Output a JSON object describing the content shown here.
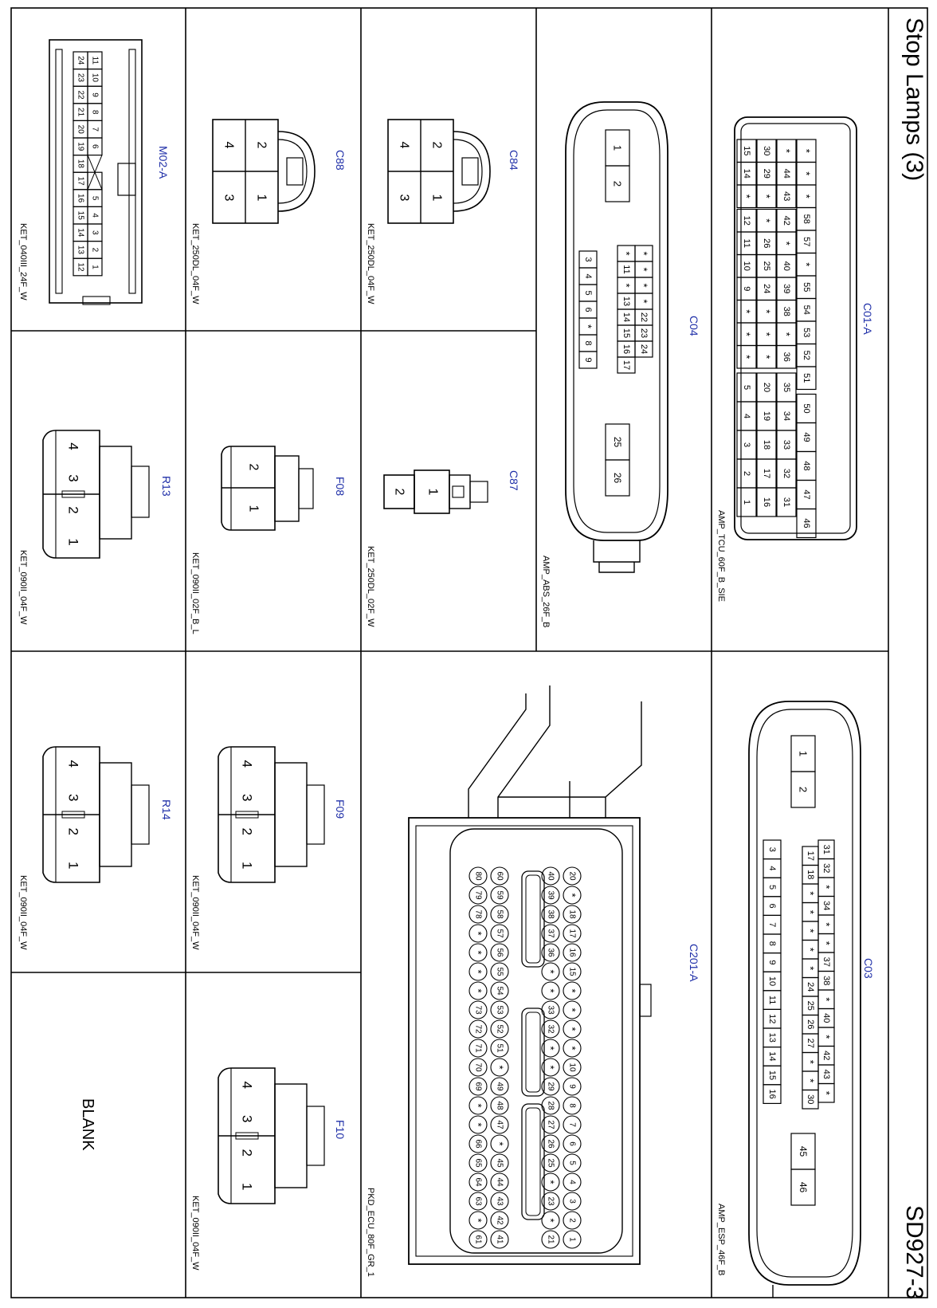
{
  "sheet": {
    "title": "Stop Lamps (3)",
    "page_id": "SD927-3",
    "blank_label": "BLANK"
  },
  "colors": {
    "line": "#000000",
    "label": "#1f2fa8",
    "background": "#ffffff"
  },
  "connectors": {
    "c01a": {
      "name": "C01-A",
      "part": "AMP_TCU_60F_B_SIE",
      "rows": [
        [
          "*",
          "*",
          "*",
          "58",
          "57",
          "*",
          "55",
          "54",
          "53",
          "52",
          "51",
          "50",
          "49",
          "48",
          "47",
          "46"
        ],
        [
          "*",
          "44",
          "43",
          "42",
          "*",
          "40",
          "39",
          "38",
          "*",
          "36",
          "35",
          "34",
          "33",
          "32",
          "31"
        ],
        [
          "30",
          "29",
          "*",
          "*",
          "26",
          "25",
          "24",
          "*",
          "*",
          "*",
          "20",
          "19",
          "18",
          "17",
          "16"
        ],
        [
          "15",
          "14",
          "*",
          "12",
          "11",
          "10",
          "9",
          "*",
          "*",
          "*",
          "5",
          "4",
          "3",
          "2",
          "1"
        ]
      ]
    },
    "c03": {
      "name": "C03",
      "part": "AMP_ESP_46F_B",
      "top": [
        "1",
        "2"
      ],
      "bottom": [
        "45",
        "46"
      ],
      "row_a": [
        "31",
        "32",
        "*",
        "34",
        "*",
        "*",
        "37",
        "38",
        "*",
        "40",
        "*",
        "42",
        "43",
        "*"
      ],
      "row_b": [
        "17",
        "18",
        "*",
        "*",
        "*",
        "*",
        "*",
        "24",
        "25",
        "26",
        "27",
        "*",
        "*",
        "30"
      ],
      "row_c": [
        "3",
        "4",
        "5",
        "6",
        "7",
        "8",
        "9",
        "10",
        "11",
        "12",
        "13",
        "14",
        "15",
        "16"
      ]
    },
    "c04": {
      "name": "C04",
      "part": "AMP_ABS_26F_B",
      "top": [
        "1",
        "2"
      ],
      "bottom": [
        "25",
        "26"
      ],
      "row_a": [
        "*",
        "*",
        "*",
        "*",
        "22",
        "23",
        "24"
      ],
      "row_b": [
        "*",
        "11",
        "*",
        "13",
        "14",
        "15",
        "16",
        "17"
      ],
      "row_c": [
        "3",
        "4",
        "5",
        "6",
        "*",
        "8",
        "9"
      ]
    },
    "c84": {
      "name": "C84",
      "part": "KET_250DL_04F_W",
      "pins": [
        "1",
        "2",
        "3",
        "4"
      ]
    },
    "c88": {
      "name": "C88",
      "part": "KET_250DL_04F_W",
      "pins": [
        "1",
        "2",
        "3",
        "4"
      ]
    },
    "m02a": {
      "name": "M02-A",
      "part": "KET_040III_24F_W",
      "row_top": [
        "1",
        "2",
        "3",
        "4",
        "5",
        "",
        "6",
        "7",
        "8",
        "9",
        "10",
        "11"
      ],
      "row_bottom": [
        "12",
        "13",
        "14",
        "15",
        "16",
        "17",
        "18",
        "19",
        "20",
        "21",
        "22",
        "23",
        "24"
      ]
    },
    "c87": {
      "name": "C87",
      "part": "KET_250DL_02F_W",
      "pins": [
        "1",
        "2"
      ]
    },
    "f08": {
      "name": "F08",
      "part": "KET_090II_02F_B_L",
      "pins": [
        "1",
        "2"
      ]
    },
    "r13": {
      "name": "R13",
      "part": "KET_090II_04F_W",
      "pins": [
        "1",
        "2",
        "3",
        "4"
      ]
    },
    "f09": {
      "name": "F09",
      "part": "KET_090II_04F_W",
      "pins": [
        "1",
        "2",
        "3",
        "4"
      ]
    },
    "r14": {
      "name": "R14",
      "part": "KET_090II_04F_W",
      "pins": [
        "1",
        "2",
        "3",
        "4"
      ]
    },
    "f10": {
      "name": "F10",
      "part": "KET_090II_04F_W",
      "pins": [
        "1",
        "2",
        "3",
        "4"
      ]
    },
    "c201a": {
      "name": "C201-A",
      "part": "PKD_ECU_80F_GR_1",
      "row1": [
        "1",
        "2",
        "3",
        "4",
        "5",
        "6",
        "7",
        "8",
        "9",
        "10",
        "*",
        "*",
        "*",
        "*",
        "15",
        "16",
        "17",
        "18",
        "*",
        "20"
      ],
      "row2": [
        "21",
        "*",
        "23",
        "*",
        "25",
        "26",
        "27",
        "28",
        "29",
        "*",
        "*",
        "32",
        "33",
        "*",
        "*",
        "36",
        "37",
        "38",
        "39",
        "40"
      ],
      "row3": [
        "41",
        "42",
        "43",
        "44",
        "45",
        "*",
        "47",
        "48",
        "49",
        "*",
        "51",
        "52",
        "53",
        "54",
        "55",
        "56",
        "57",
        "58",
        "59",
        "60"
      ],
      "row4": [
        "61",
        "*",
        "63",
        "64",
        "65",
        "66",
        "*",
        "*",
        "69",
        "70",
        "71",
        "72",
        "73",
        "*",
        "*",
        "*",
        "*",
        "78",
        "79",
        "80"
      ]
    }
  }
}
